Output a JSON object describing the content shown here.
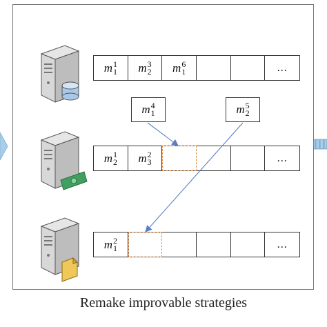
{
  "caption": "Remake improvable strategies",
  "colors": {
    "arrow": "#5b7fc4",
    "dashed_slot": "#e8893a",
    "accent_left": "#9ec8e8",
    "money": "#3fa060",
    "document": "#f0c75a",
    "database": "#a8c8e8"
  },
  "rows": [
    {
      "server_badge": "database-icon",
      "cells": [
        {
          "base": "m",
          "sup": "1",
          "sub": "1"
        },
        {
          "base": "m",
          "sup": "3",
          "sub": "2"
        },
        {
          "base": "m",
          "sup": "6",
          "sub": "1"
        },
        {
          "text": ""
        },
        {
          "text": ""
        },
        {
          "text": "..."
        }
      ]
    },
    {
      "server_badge": "money-icon",
      "cells": [
        {
          "base": "m",
          "sup": "1",
          "sub": "2"
        },
        {
          "base": "m",
          "sup": "2",
          "sub": "3"
        },
        {
          "text": "",
          "dashed": true
        },
        {
          "text": ""
        },
        {
          "text": ""
        },
        {
          "text": "..."
        }
      ]
    },
    {
      "server_badge": "document-icon",
      "cells": [
        {
          "base": "m",
          "sup": "2",
          "sub": "1"
        },
        {
          "text": "",
          "dashed": true
        },
        {
          "text": ""
        },
        {
          "text": ""
        },
        {
          "text": ""
        },
        {
          "text": "..."
        }
      ]
    }
  ],
  "floating_labels": [
    {
      "base": "m",
      "sup": "4",
      "sub": "1"
    },
    {
      "base": "m",
      "sup": "5",
      "sub": "2"
    }
  ]
}
